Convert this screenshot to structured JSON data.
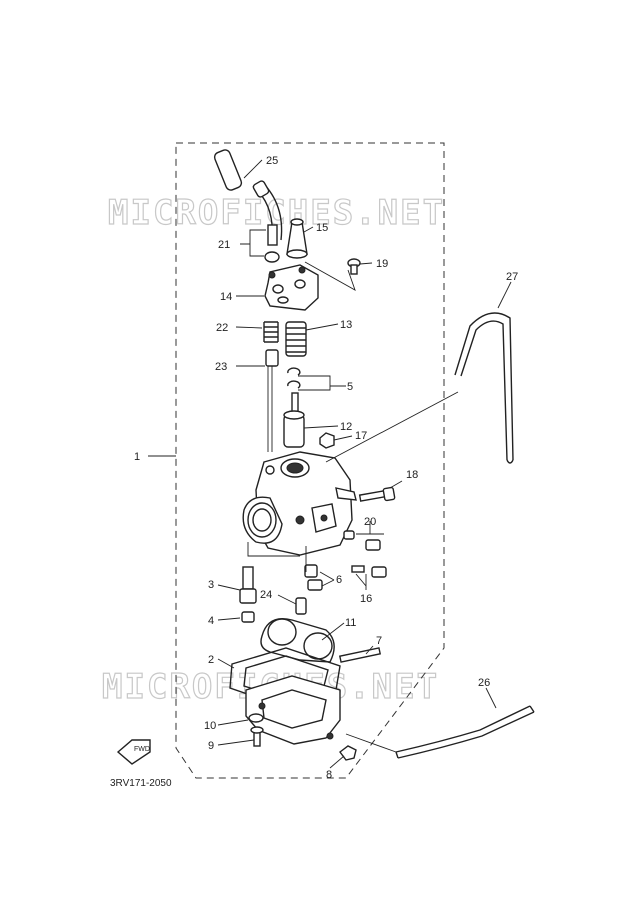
{
  "diagram": {
    "code": "3RV171-2050",
    "watermark": "MICROFICHES.NET",
    "fwd_label": "FWD",
    "callouts": [
      "1",
      "2",
      "3",
      "4",
      "5",
      "6",
      "7",
      "8",
      "9",
      "10",
      "11",
      "12",
      "13",
      "14",
      "15",
      "16",
      "17",
      "18",
      "19",
      "20",
      "21",
      "22",
      "23",
      "24",
      "25",
      "26",
      "27"
    ]
  }
}
